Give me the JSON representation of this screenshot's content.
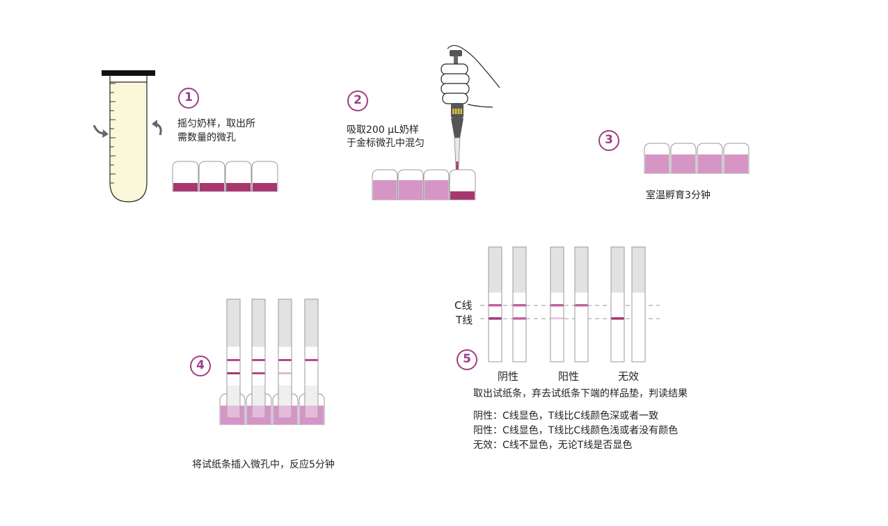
{
  "colors": {
    "accent": "#9c3f86",
    "magenta_dark": "#a8376f",
    "pink_light": "#d596c6",
    "milk": "#fbf8da",
    "strip_grey": "#e2e2e2",
    "outline": "#999999"
  },
  "step1": {
    "number": "1",
    "text_line1": "摇匀奶样，取出所",
    "text_line2": "需数量的微孔"
  },
  "step2": {
    "number": "2",
    "text_line1": "吸取200 μL奶样",
    "text_line2": "于金标微孔中混匀"
  },
  "step3": {
    "number": "3",
    "text": "室温孵育3分钟"
  },
  "step4": {
    "number": "4",
    "text": "将试纸条插入微孔中，反应5分钟"
  },
  "step5": {
    "number": "5",
    "c_line_label": "C线",
    "t_line_label": "T线",
    "negative_label": "阴性",
    "positive_label": "阳性",
    "invalid_label": "无效",
    "instruction": "取出试纸条，弃去试纸条下端的样品垫，判读结果",
    "negative_desc": "阴性：C线显色，T线比C线颜色深或者一致",
    "positive_desc": "阳性：C线显色，T线比C线颜色浅或者没有颜色",
    "invalid_desc": "无效：C线不显色，无论T线是否显色"
  },
  "icons": [
    "test-tube-icon",
    "rotate-arrow-left-icon",
    "rotate-arrow-right-icon",
    "pipette-hand-icon",
    "microwell-strip-icon",
    "test-strip-icon"
  ]
}
